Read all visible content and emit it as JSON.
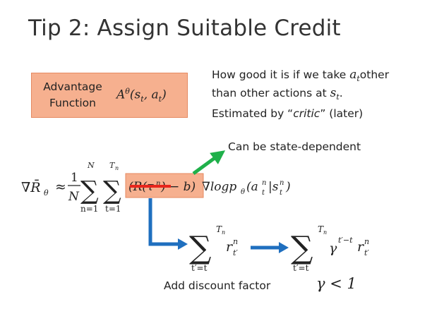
{
  "title": "Tip 2: Assign Suitable Credit",
  "advantage": {
    "label_line1": "Advantage",
    "label_line2": "Function",
    "symbol": "A",
    "superscript": "θ",
    "args_open": "(s",
    "sub_t1": "t",
    "comma": ", a",
    "sub_t2": "t",
    "args_close": ")"
  },
  "description": {
    "line1_prefix": "How good it is if we take ",
    "line1_var": "a",
    "line1_var_sub": "t",
    "line1_suffix": "other",
    "line2_prefix": "than other actions at ",
    "line2_var": "s",
    "line2_var_sub": "t",
    "line2_suffix": ".",
    "line3_prefix": "Estimated by “",
    "line3_italic": "critic",
    "line3_suffix": "” (later)"
  },
  "state_dependent": "Can be state-dependent",
  "formula": {
    "lhs": "∇R̄",
    "lhs_sub": "θ",
    "approx": "≈",
    "frac_num": "1",
    "frac_den": "N",
    "sum1_top": "N",
    "sum1_bottom": "n=1",
    "sum2_top": "T",
    "sum2_top_sub": "n",
    "sum2_bottom": "t=1",
    "crossed": "(R(τ",
    "crossed_sup": "n",
    "crossed_close": ")",
    "minus_b": "− b)",
    "grad_log": "∇logp",
    "grad_log_sub": "θ",
    "grad_args": "(a",
    "grad_a_sup": "n",
    "grad_a_sub": "t",
    "bar": "|s",
    "grad_s_sup": "n",
    "grad_s_sub": "t",
    "grad_close": ")"
  },
  "sum_left": {
    "top": "T",
    "top_sub": "n",
    "bottom": "t′=t",
    "term": "r",
    "term_sup": "n",
    "term_sub": "t′"
  },
  "sum_right": {
    "top": "T",
    "top_sub": "n",
    "bottom": "t′=t",
    "gamma": "γ",
    "gamma_sup": "t′−t",
    "term": "r",
    "term_sup": "n",
    "term_sub": "t′"
  },
  "add_discount": "Add discount factor",
  "gamma_condition": "γ < 1",
  "colors": {
    "box_fill": "#f6b08f",
    "box_border": "#e58a62",
    "strike_red": "#e8261c",
    "green_arrow": "#1fb04a",
    "blue_arrow": "#1f6fbf"
  }
}
